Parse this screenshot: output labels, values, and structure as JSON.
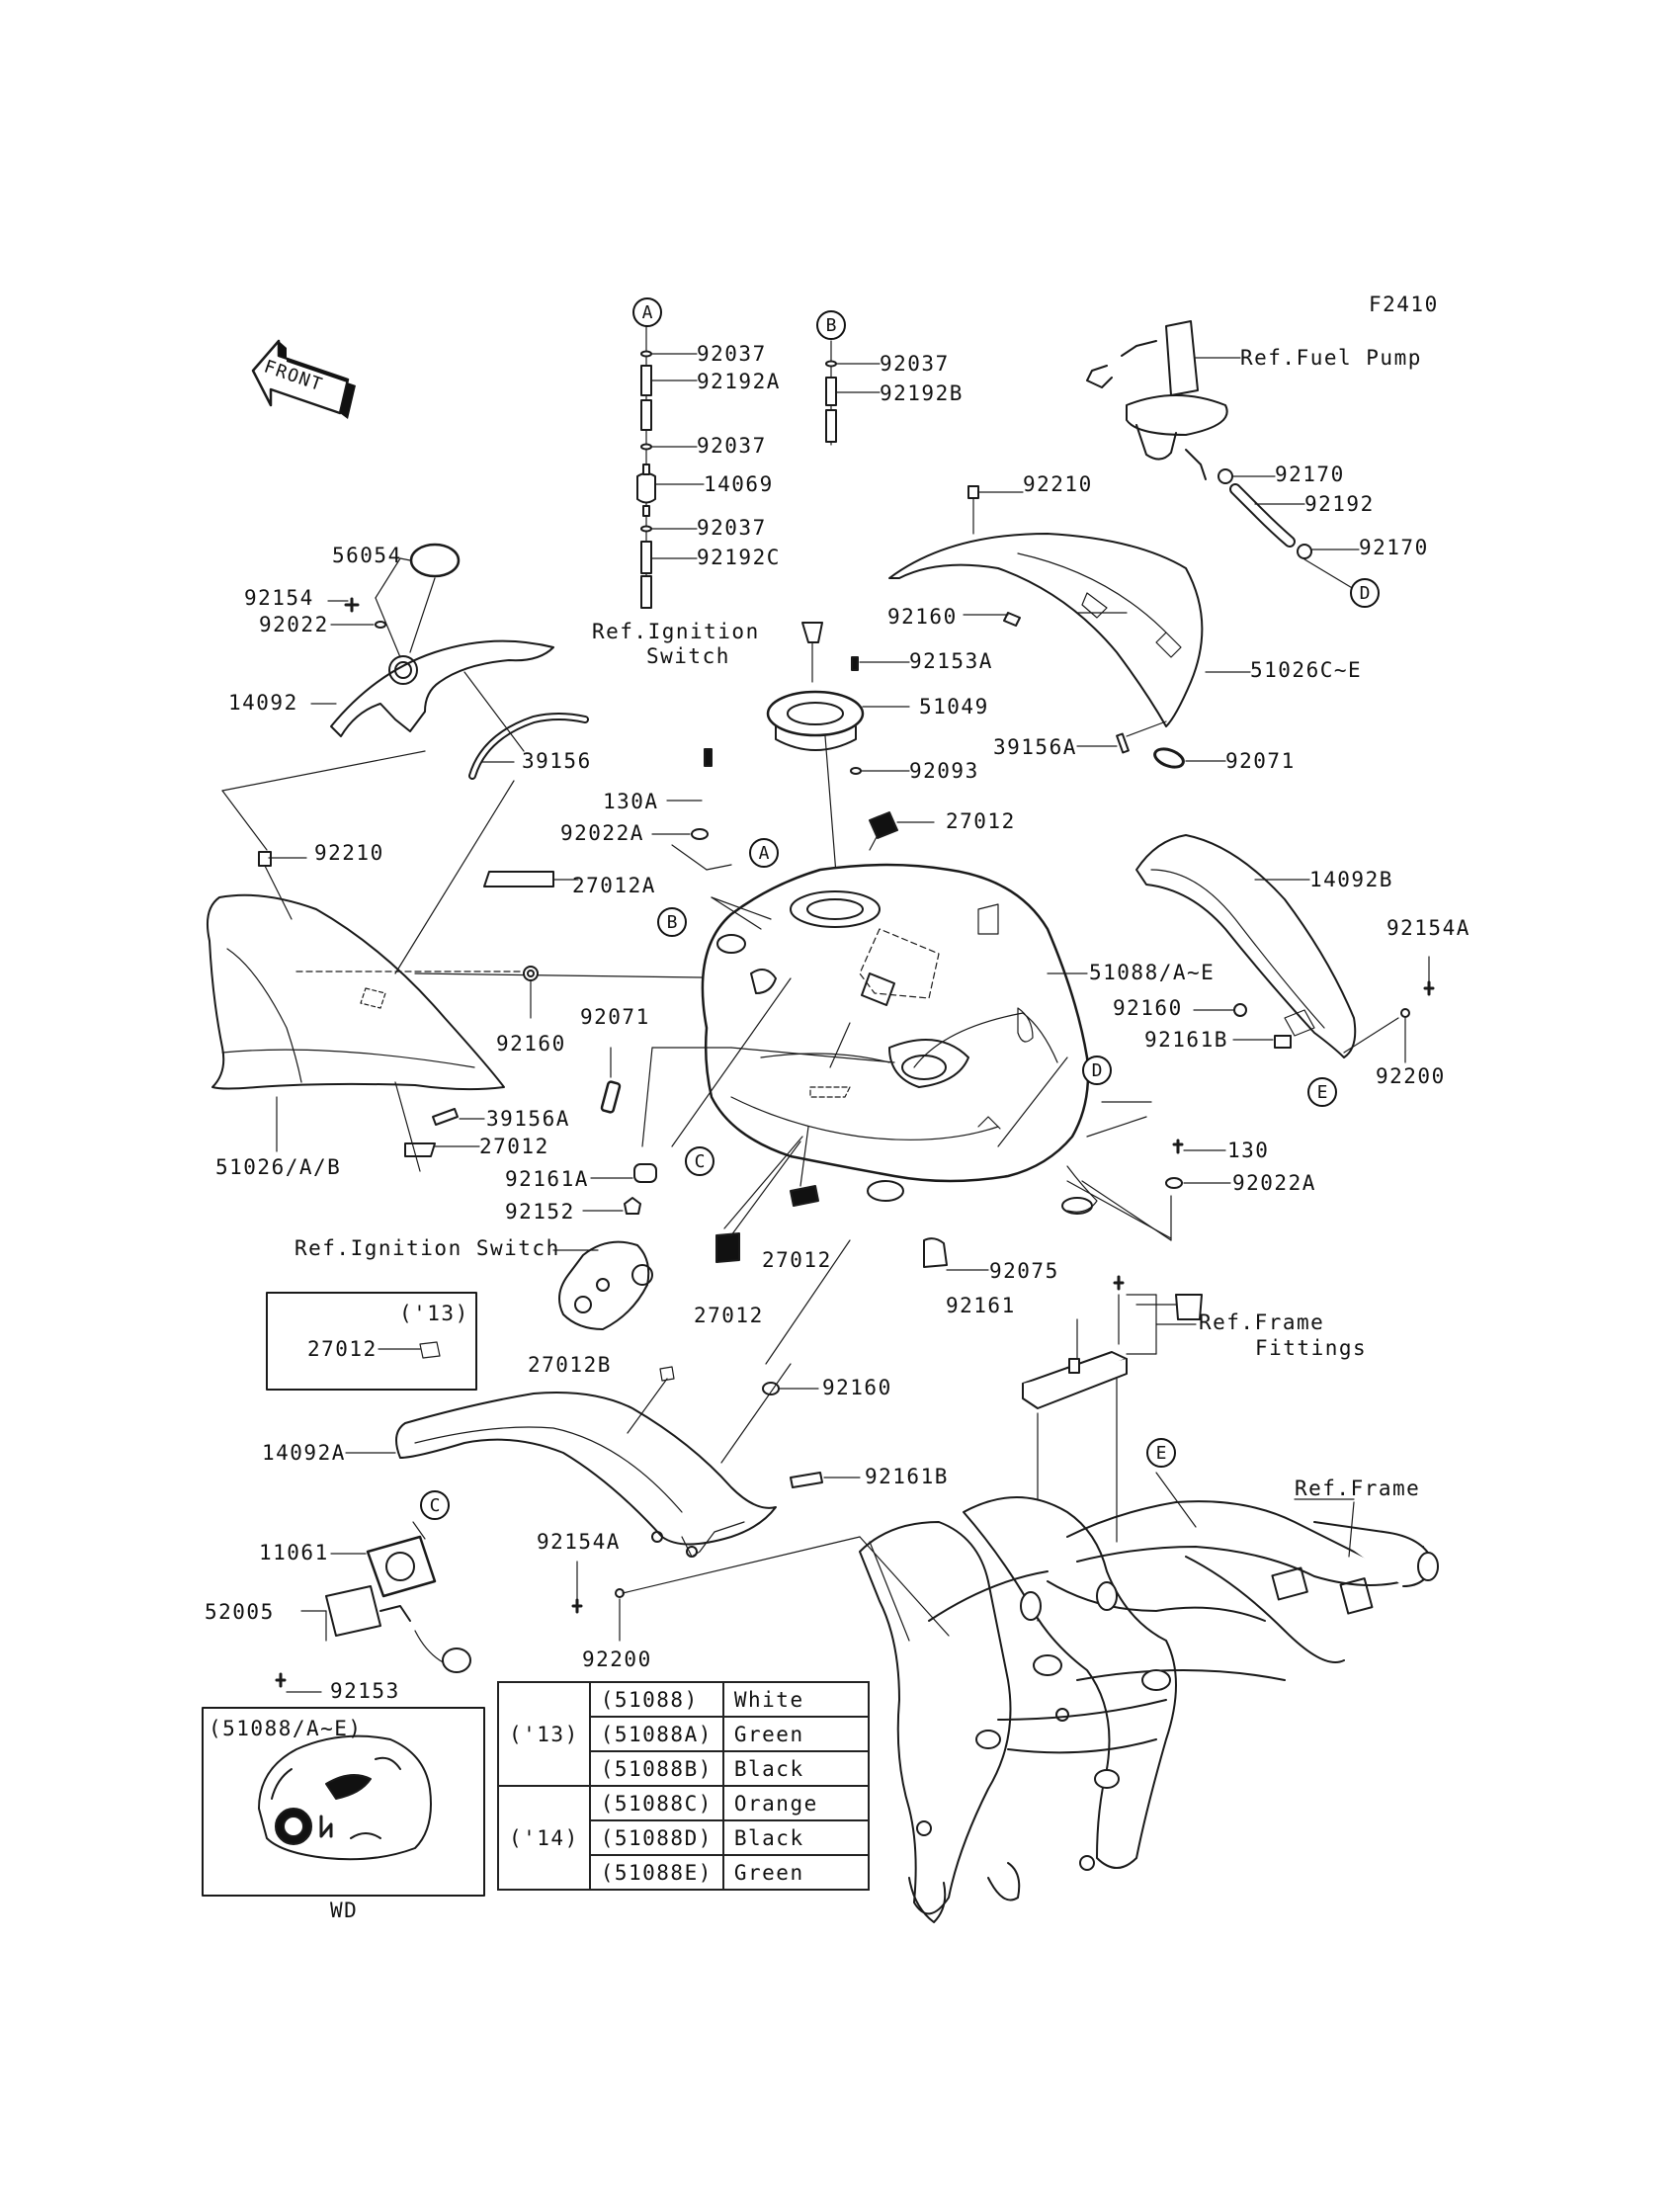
{
  "figure_code": "F2410",
  "front_badge": "FRONT",
  "callouts": [
    "A",
    "B",
    "A",
    "B",
    "C",
    "C",
    "D",
    "D",
    "E",
    "E"
  ],
  "parts": [
    "92037",
    "92192A",
    "92037",
    "14069",
    "92037",
    "92192C",
    "92037",
    "92192B",
    "Ref.Fuel Pump",
    "92170",
    "92192",
    "92170",
    "92210",
    "92160",
    "51026C~E",
    "39156A",
    "92071",
    "Ref.Ignition",
    "Switch",
    "92153A",
    "51049",
    "92093",
    "56054",
    "92154",
    "92022",
    "14092",
    "39156",
    "130A",
    "92022A",
    "27012",
    "92210",
    "27012A",
    "14092B",
    "92154A",
    "51088/A~E",
    "92160",
    "92161B",
    "92200",
    "92160",
    "92071",
    "39156A",
    "27012",
    "51026/A/B",
    "92161A",
    "92152",
    "Ref.Ignition Switch",
    "27012",
    "27012",
    "130",
    "92022A",
    "92075",
    "92161",
    "Ref.Frame",
    "Fittings",
    "27012B",
    "92160",
    "14092A",
    "92161B",
    "Ref.Frame",
    "11061",
    "52005",
    "92153",
    "92154A",
    "92200"
  ],
  "inset_2013": {
    "year": "('13)",
    "part": "27012"
  },
  "inset_wd": {
    "title": "(51088/A~E)",
    "caption": "WD"
  },
  "color_table": {
    "groups": [
      {
        "year": "('13)",
        "rows": [
          {
            "part": "(51088)",
            "color": "White"
          },
          {
            "part": "(51088A)",
            "color": "Green"
          },
          {
            "part": "(51088B)",
            "color": "Black"
          }
        ]
      },
      {
        "year": "('14)",
        "rows": [
          {
            "part": "(51088C)",
            "color": "Orange"
          },
          {
            "part": "(51088D)",
            "color": "Black"
          },
          {
            "part": "(51088E)",
            "color": "Green"
          }
        ]
      }
    ]
  }
}
